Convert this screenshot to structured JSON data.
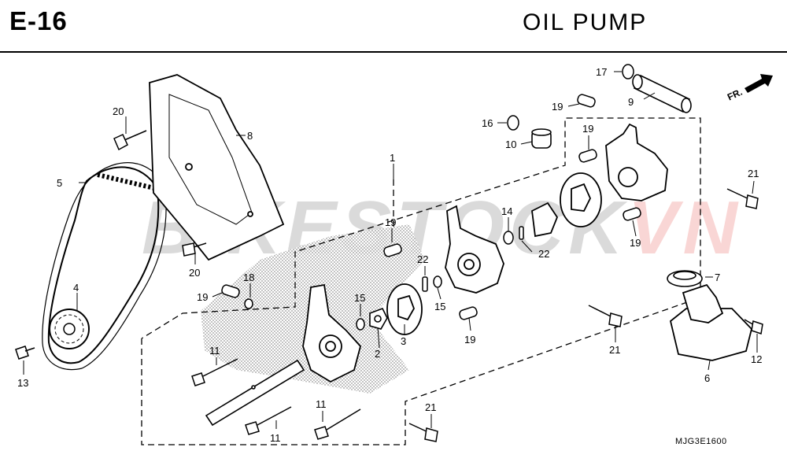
{
  "header": {
    "code": "E-16",
    "title": "OIL  PUMP"
  },
  "watermark": {
    "part_a": "BIKESTOCK",
    "part_b": "VN"
  },
  "direction": {
    "label": "FR."
  },
  "reference": "MJG3E1600",
  "callouts": {
    "c1": "1",
    "c2": "2",
    "c3": "3",
    "c4": "4",
    "c5": "5",
    "c6": "6",
    "c7": "7",
    "c8": "8",
    "c9": "9",
    "c10": "10",
    "c11a": "11",
    "c11b": "11",
    "c11c": "11",
    "c12": "12",
    "c13": "13",
    "c14": "14",
    "c15a": "15",
    "c15b": "15",
    "c16": "16",
    "c17": "17",
    "c18": "18",
    "c19a": "19",
    "c19b": "19",
    "c19c": "19",
    "c19d": "19",
    "c19e": "19",
    "c19f": "19",
    "c20a": "20",
    "c20b": "20",
    "c21a": "21",
    "c21b": "21",
    "c21c": "21",
    "c22a": "22",
    "c22b": "22"
  },
  "colors": {
    "line": "#000000",
    "shade": "#9a9a9a",
    "accent": "#e0251c"
  }
}
